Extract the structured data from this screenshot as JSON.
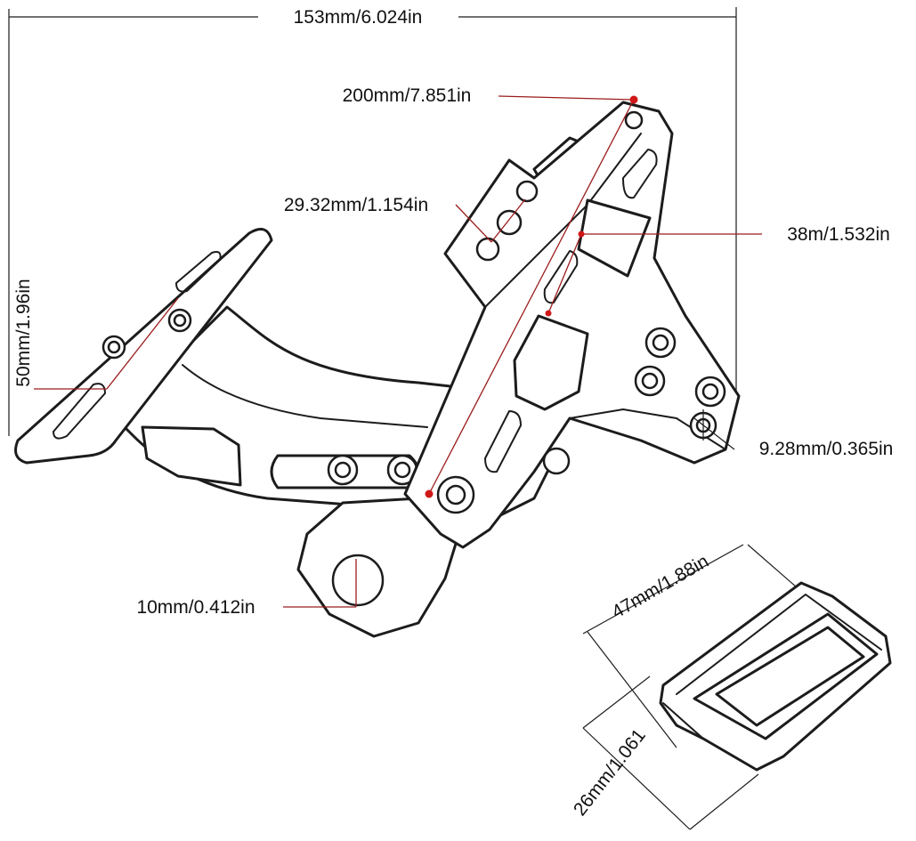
{
  "diagram": {
    "dimensions": {
      "overall_width": "153mm/6.024in",
      "arm_length": "200mm/7.851in",
      "hole_spacing": "29.32mm/1.154in",
      "slot_span": "38m/1.532in",
      "plate_height": "50mm/1.96in",
      "small_hole": "9.28mm/0.365in",
      "clamp_bore": "10mm/0.412in",
      "pad_length": "47mm/1.88in",
      "pad_width": "26mm/1.061"
    },
    "colors": {
      "outline": "#1c1c1c",
      "dimension_line": "#9b1c1c",
      "marker": "#d01818"
    }
  }
}
